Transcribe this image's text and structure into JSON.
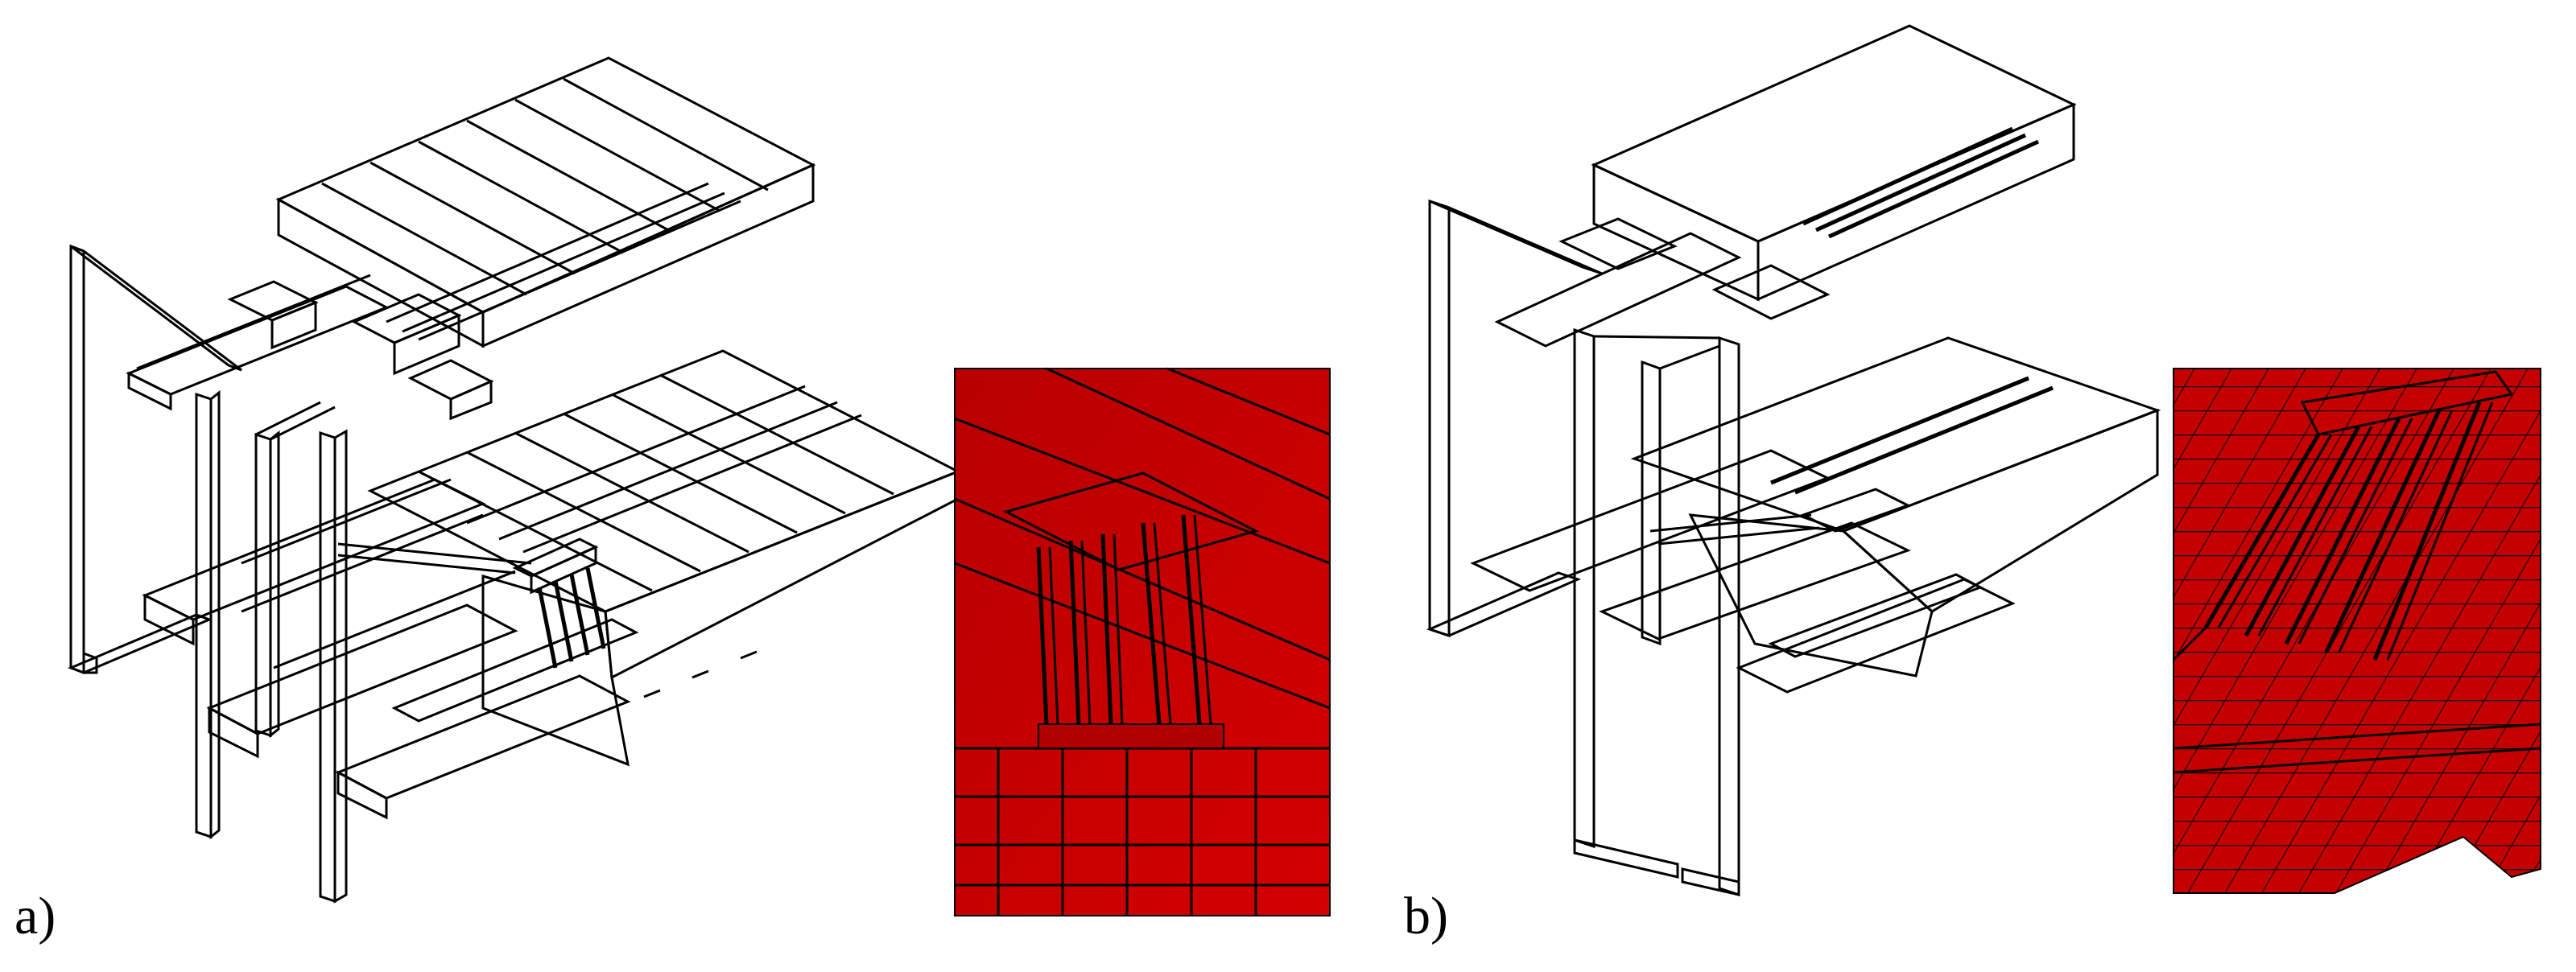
{
  "figure": {
    "panels": [
      {
        "label": "a)",
        "mesh": "coarse",
        "has_detail_inset": true
      },
      {
        "label": "b)",
        "mesh": "fine",
        "has_detail_inset": true
      }
    ],
    "colors": {
      "solid": "#c40000",
      "solid_light": "#d80000",
      "solid_dark": "#8a0000",
      "edge": "#000000"
    }
  }
}
